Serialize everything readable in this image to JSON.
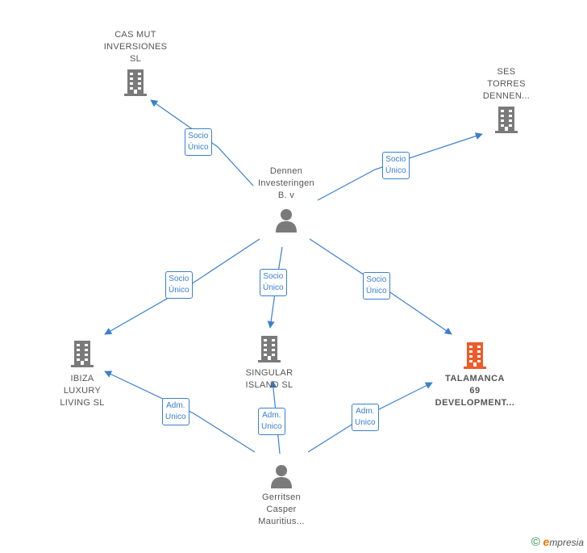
{
  "colors": {
    "edge": "#3a7fd0",
    "company": "#7a7a7a",
    "company_highlight": "#f05a28",
    "person": "#7a7a7a"
  },
  "nodes": {
    "cas_mut": {
      "lines": [
        "CAS MUT",
        "INVERSIONES",
        "SL"
      ],
      "icon": "building-icon"
    },
    "ses_torres": {
      "lines": [
        "SES",
        "TORRES",
        "DENNEN..."
      ],
      "icon": "building-icon"
    },
    "dennen": {
      "lines": [
        "Dennen",
        "Investeringen",
        "B. v"
      ],
      "icon": "person-icon"
    },
    "ibiza": {
      "lines": [
        "IBIZA",
        "LUXURY",
        "LIVING  SL"
      ],
      "icon": "building-icon"
    },
    "singular": {
      "lines": [
        "SINGULAR",
        "ISLAND  SL"
      ],
      "icon": "building-icon"
    },
    "talamanca": {
      "lines": [
        "TALAMANCA",
        "69",
        "DEVELOPMENT..."
      ],
      "icon": "building-icon"
    },
    "gerritsen": {
      "lines": [
        "Gerritsen",
        "Casper",
        "Mauritius..."
      ],
      "icon": "person-icon"
    }
  },
  "relations": {
    "dennen_cas": [
      "Socio",
      "Único"
    ],
    "dennen_ses": [
      "Socio",
      "Único"
    ],
    "dennen_ibiza": [
      "Socio",
      "Único"
    ],
    "dennen_singular": [
      "Socio",
      "Único"
    ],
    "dennen_talamanca": [
      "Socio",
      "Único"
    ],
    "gerritsen_ibiza": [
      "Adm.",
      "Unico"
    ],
    "gerritsen_singular": [
      "Adm.",
      "Unico"
    ],
    "gerritsen_talamanca": [
      "Adm.",
      "Unico"
    ]
  },
  "footer": {
    "copyright_symbol": "©",
    "brand_initial": "e",
    "brand_rest": "mpresia"
  }
}
